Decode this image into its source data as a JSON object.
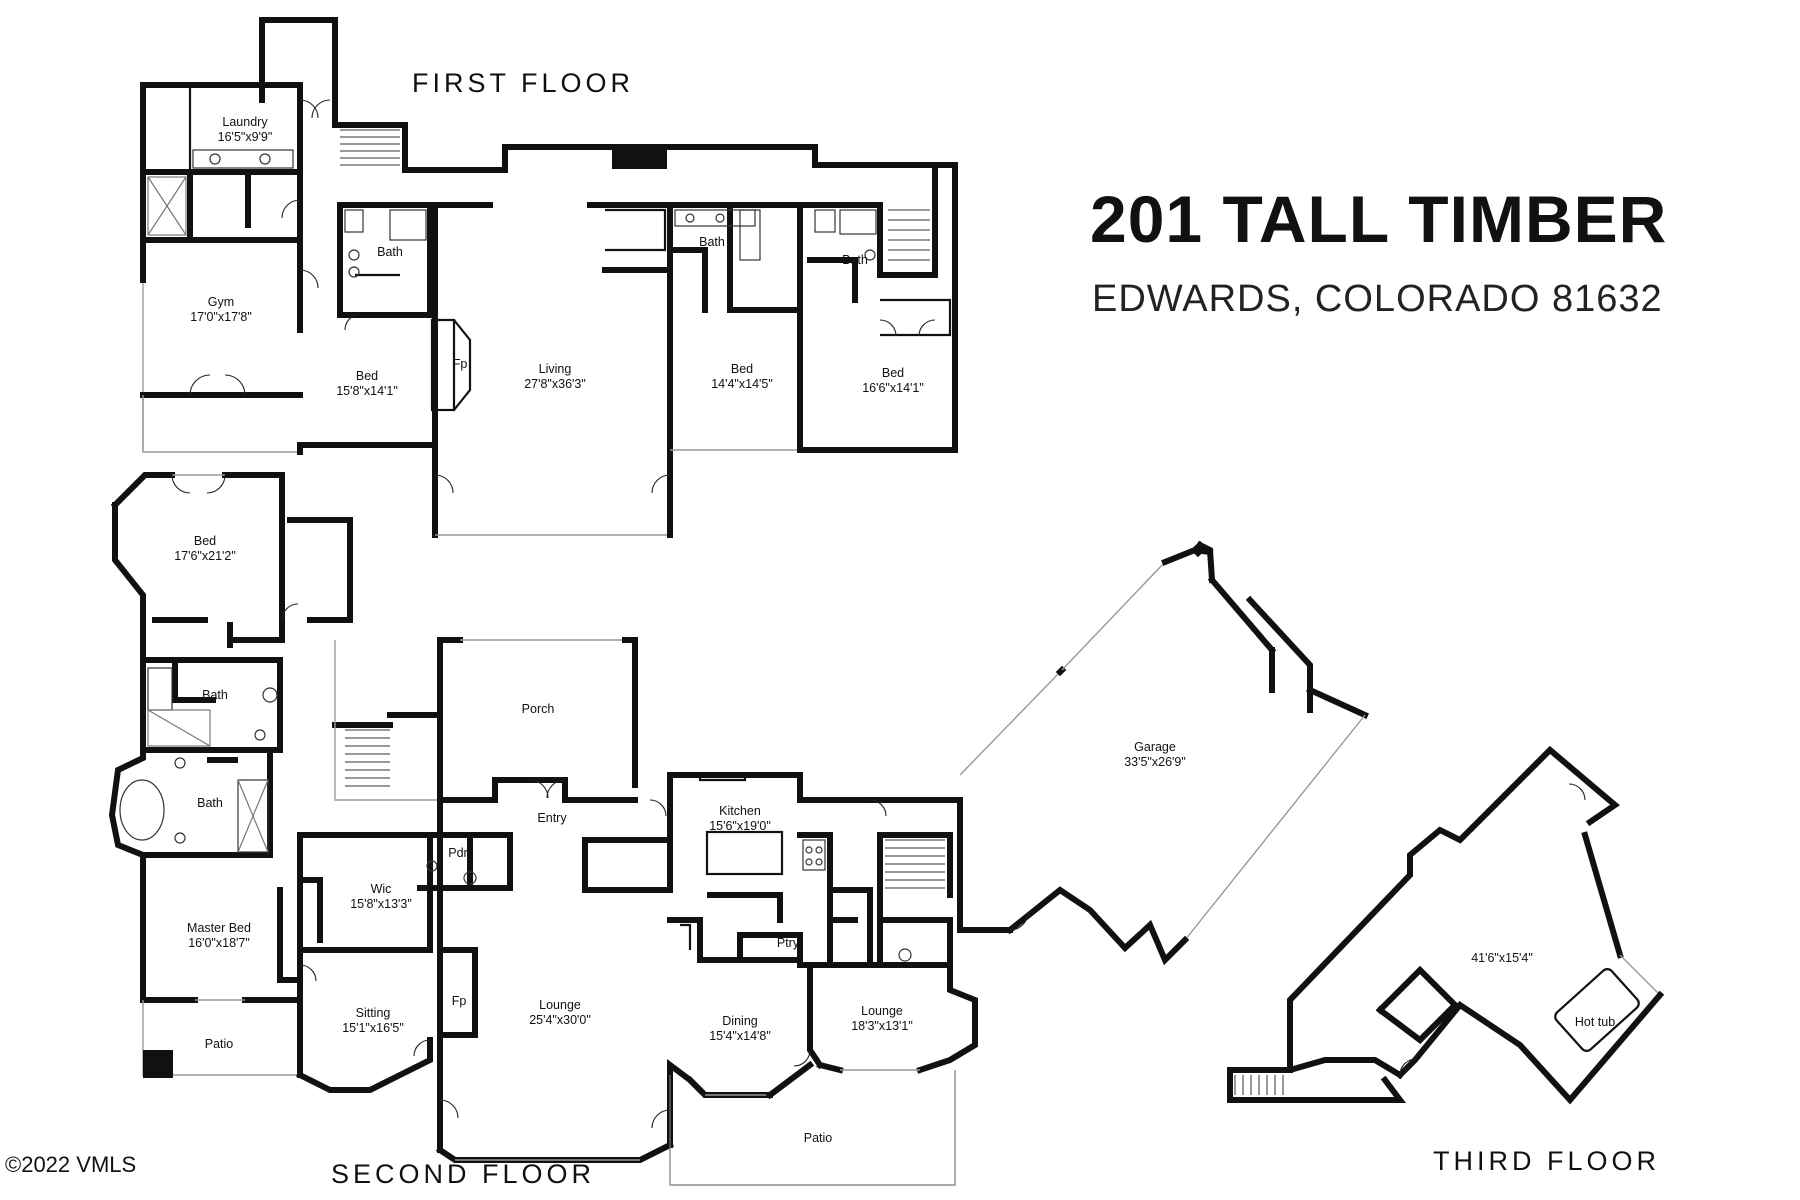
{
  "header": {
    "title": "201 TALL TIMBER",
    "subtitle": "EDWARDS, COLORADO 81632"
  },
  "floors": {
    "first": "FIRST FLOOR",
    "second": "SECOND FLOOR",
    "third": "THIRD FLOOR"
  },
  "rooms": {
    "laundry": {
      "name": "Laundry",
      "dims": "16'5\"x9'9\""
    },
    "gym": {
      "name": "Gym",
      "dims": "17'0\"x17'8\""
    },
    "bath1": {
      "name": "Bath"
    },
    "bed1": {
      "name": "Bed",
      "dims": "15'8\"x14'1\""
    },
    "fp1": {
      "name": "Fp"
    },
    "living": {
      "name": "Living",
      "dims": "27'8\"x36'3\""
    },
    "bath2": {
      "name": "Bath"
    },
    "bed2": {
      "name": "Bed",
      "dims": "14'4\"x14'5\""
    },
    "bath3": {
      "name": "Bath"
    },
    "bed3": {
      "name": "Bed",
      "dims": "16'6\"x14'1\""
    },
    "bed4": {
      "name": "Bed",
      "dims": "17'6\"x21'2\""
    },
    "bath4": {
      "name": "Bath"
    },
    "bath5": {
      "name": "Bath"
    },
    "porch": {
      "name": "Porch"
    },
    "garage": {
      "name": "Garage",
      "dims": "33'5\"x26'9\""
    },
    "kitchen": {
      "name": "Kitchen",
      "dims": "15'6\"x19'0\""
    },
    "entry": {
      "name": "Entry"
    },
    "pdr": {
      "name": "Pdr"
    },
    "wic": {
      "name": "Wic",
      "dims": "15'8\"x13'3\""
    },
    "masterbed": {
      "name": "Master Bed",
      "dims": "16'0\"x18'7\""
    },
    "ptry": {
      "name": "Ptry"
    },
    "fp2": {
      "name": "Fp"
    },
    "sitting": {
      "name": "Sitting",
      "dims": "15'1\"x16'5\""
    },
    "lounge1": {
      "name": "Lounge",
      "dims": "25'4\"x30'0\""
    },
    "dining": {
      "name": "Dining",
      "dims": "15'4\"x14'8\""
    },
    "lounge2": {
      "name": "Lounge",
      "dims": "18'3\"x13'1\""
    },
    "patio1": {
      "name": "Patio"
    },
    "patio2": {
      "name": "Patio"
    },
    "thirdroom": {
      "dims": "41'6\"x15'4\""
    },
    "hottub": {
      "name": "Hot tub"
    }
  },
  "footer": {
    "copyright": "©2022 VMLS"
  }
}
